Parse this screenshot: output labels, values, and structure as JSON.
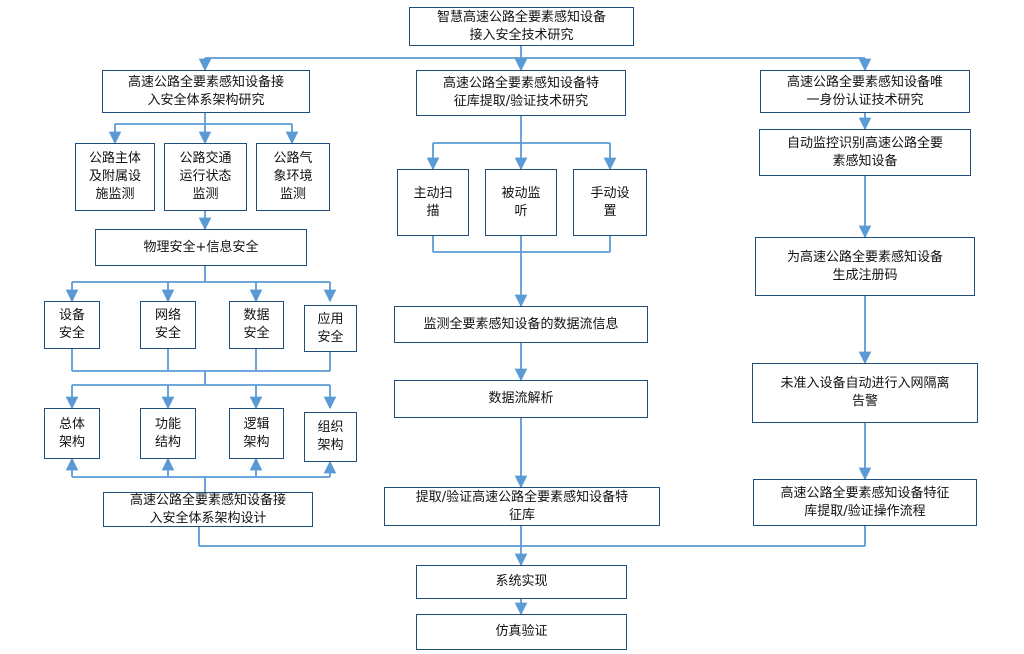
{
  "colors": {
    "line": "#5b9bd5",
    "box_border": "#1f4f7a",
    "text": "#111111"
  },
  "nodes": {
    "root": "智慧高速公路全要素感知设备\n接入安全技术研究",
    "col1_title": "高速公路全要素感知设备接\n入安全体系架构研究",
    "col1_monitor_1": "公路主体\n及附属设\n施监测",
    "col1_monitor_2": "公路交通\n运行状态\n监测",
    "col1_monitor_3": "公路气\n象环境\n监测",
    "col1_security": "物理安全+信息安全",
    "col1_sec_device": "设备\n安全",
    "col1_sec_network": "网络\n安全",
    "col1_sec_data": "数据\n安全",
    "col1_sec_app": "应用\n安全",
    "col1_arch_overall": "总体\n架构",
    "col1_arch_function": "功能\n结构",
    "col1_arch_logic": "逻辑\n架构",
    "col1_arch_org": "组织\n架构",
    "col1_design": "高速公路全要素感知设备接\n入安全体系架构设计",
    "col2_title": "高速公路全要素感知设备特\n征库提取/验证技术研究",
    "col2_scan_active": "主动扫\n描",
    "col2_scan_passive": "被动监\n听",
    "col2_scan_manual": "手动设\n置",
    "col2_monitor_flow": "监测全要素感知设备的数据流信息",
    "col2_parse": "数据流解析",
    "col2_extract": "提取/验证高速公路全要素感知设备特\n征库",
    "col3_title": "高速公路全要素感知设备唯\n一身份认证技术研究",
    "col3_auto_identify": "自动监控识别高速公路全要\n素感知设备",
    "col3_register": "为高速公路全要素感知设备\n生成注册码",
    "col3_alarm": "未准入设备自动进行入网隔离\n告警",
    "col3_process": "高速公路全要素感知设备特征\n库提取/验证操作流程",
    "implement": "系统实现",
    "verify": "仿真验证"
  }
}
